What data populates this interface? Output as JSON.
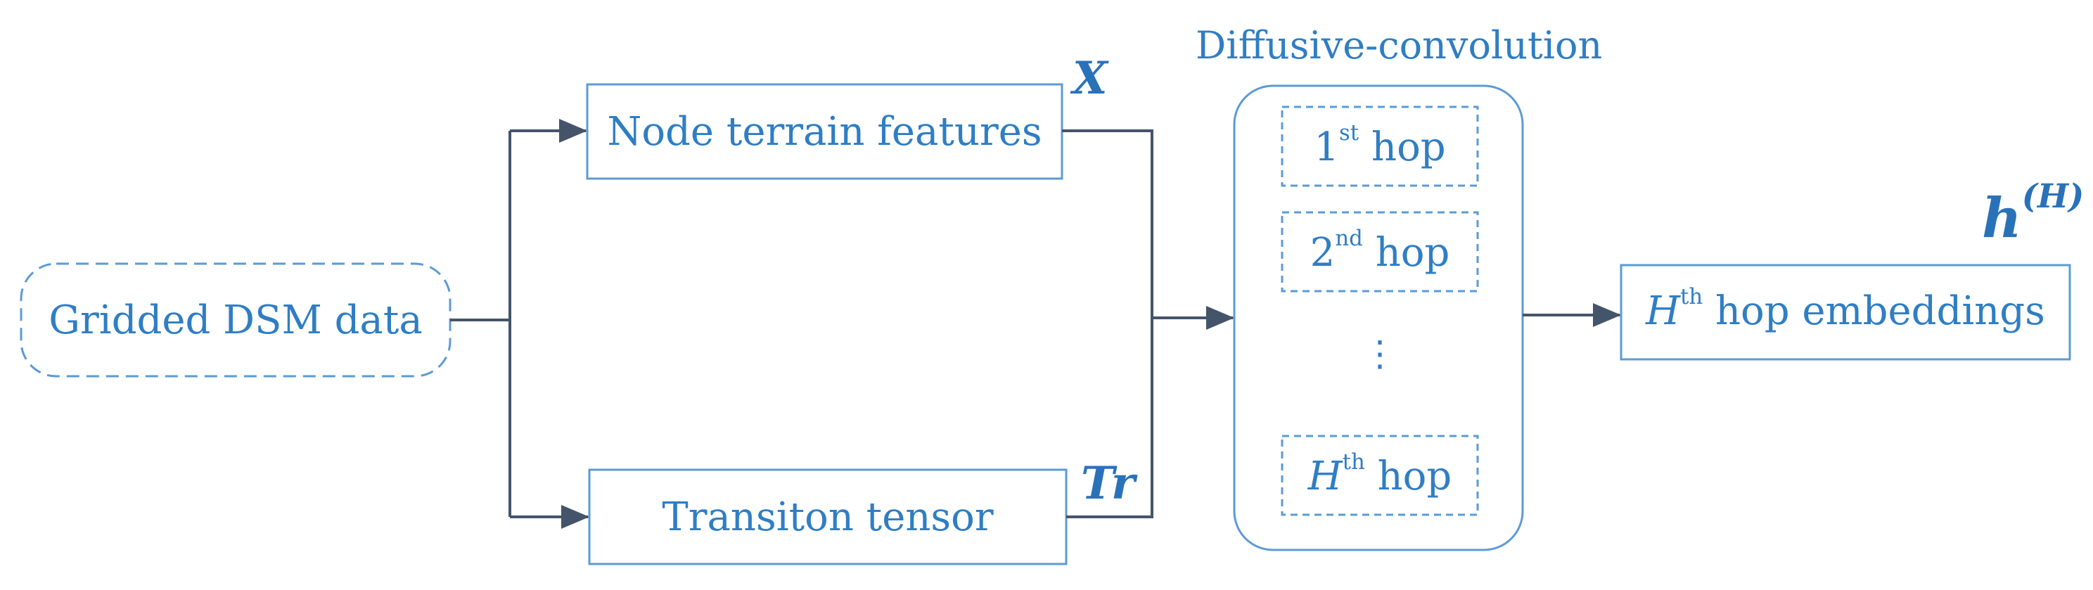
{
  "diagram": {
    "source_node": {
      "label": "Gridded DSM data"
    },
    "node_features": {
      "label": "Node terrain features",
      "symbol": "X"
    },
    "transition": {
      "label": "Transiton tensor",
      "symbol": "Tr"
    },
    "diffusive_block": {
      "title": "Diffusive-convolution",
      "hops": [
        {
          "base": "1",
          "sup": "st",
          "word": "hop"
        },
        {
          "base": "2",
          "sup": "nd",
          "word": "hop"
        },
        {
          "ellipsis": "⋮"
        },
        {
          "base": "H",
          "sup": "th",
          "word": "hop"
        }
      ]
    },
    "output": {
      "base": "H",
      "sup": "th",
      "word": "hop embeddings",
      "symbol_base": "h",
      "symbol_sup": "(H)"
    }
  },
  "colors": {
    "box_stroke": "#5b9bd5",
    "text": "#2f7ec4",
    "arrow": "#44546a"
  }
}
